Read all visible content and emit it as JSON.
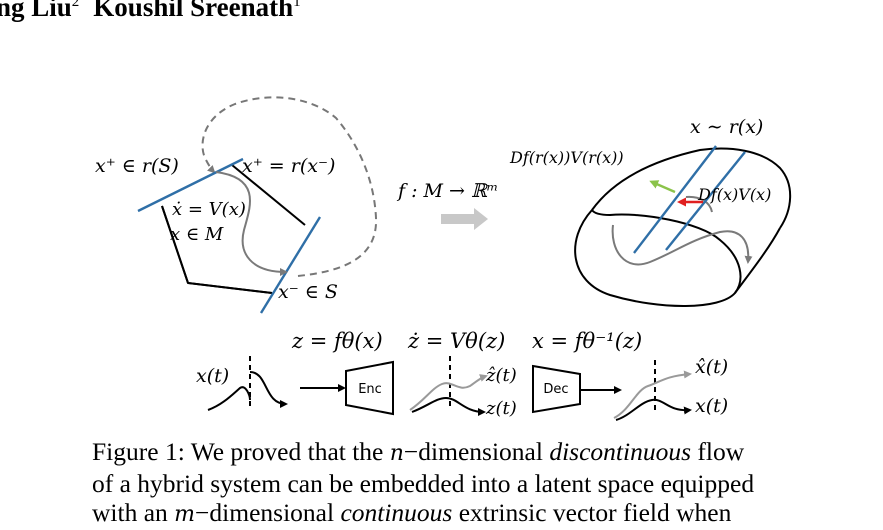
{
  "header": {
    "author_1": "ng Liu",
    "author_1_sup": "2",
    "author_2": "Koushil Sreenath",
    "author_2_sup": "1"
  },
  "figure": {
    "left_panel": {
      "label_guard_set": "x⁺ ∈ r(S)",
      "label_reset": "x⁺ = r(x⁻)",
      "label_dynamics": "ẋ = V(x)",
      "label_manifold": "x ∈ M",
      "label_pre_guard": "x⁻ ∈ S"
    },
    "map": {
      "label": "f : M → ℝᵐ"
    },
    "right_panel": {
      "label_sample": "x ∼ r(x)",
      "label_pushforward_reset": "Df(r(x))V(r(x))",
      "label_pushforward": "Df(x)V(x)"
    },
    "pipeline": {
      "label_encoder_eq": "z = fθ(x)",
      "label_latent_dyn": "ż = Vθ(z)",
      "label_decoder_eq": "x = fθ⁻¹(z)",
      "signal_input": "x(t)",
      "encoder": "Enc",
      "latent_hat": "ẑ(t)",
      "latent": "z(t)",
      "decoder": "Dec",
      "output_hat": "x̂(t)",
      "output": "x(t)"
    },
    "colors": {
      "guard_line": "#2f6fa7",
      "trajectory": "#7a7a7a",
      "dashed_path": "#777777",
      "map_arrow": "#c8c8c8",
      "green_vector": "#8bc34a",
      "red_vector": "#e02020"
    }
  },
  "caption": {
    "line1_a": "Figure 1: We proved that the ",
    "line1_m": "n",
    "line1_b": "−dimensional ",
    "line1_em": "discontinuous",
    "line1_c": " flow",
    "line2": "of a hybrid system can be embedded into a latent space equipped",
    "line3_a": "with an ",
    "line3_m": "m",
    "line3_b": "−dimensional ",
    "line3_em": "continuous",
    "line3_c": " extrinsic vector field when"
  }
}
